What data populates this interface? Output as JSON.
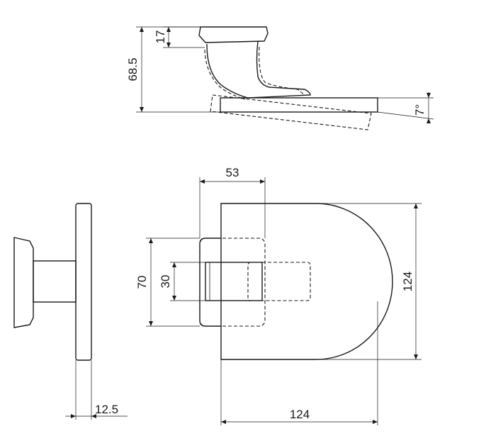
{
  "dimensions": {
    "top_height": "17",
    "total_height": "68.5",
    "tilt_angle": "7°",
    "tab_width": "53",
    "outer_height": "70",
    "inner_height": "30",
    "plate_height": "124",
    "plate_width": "124",
    "plate_thickness": "12.5"
  },
  "colors": {
    "line": "#1a1a1a",
    "background": "#ffffff"
  }
}
